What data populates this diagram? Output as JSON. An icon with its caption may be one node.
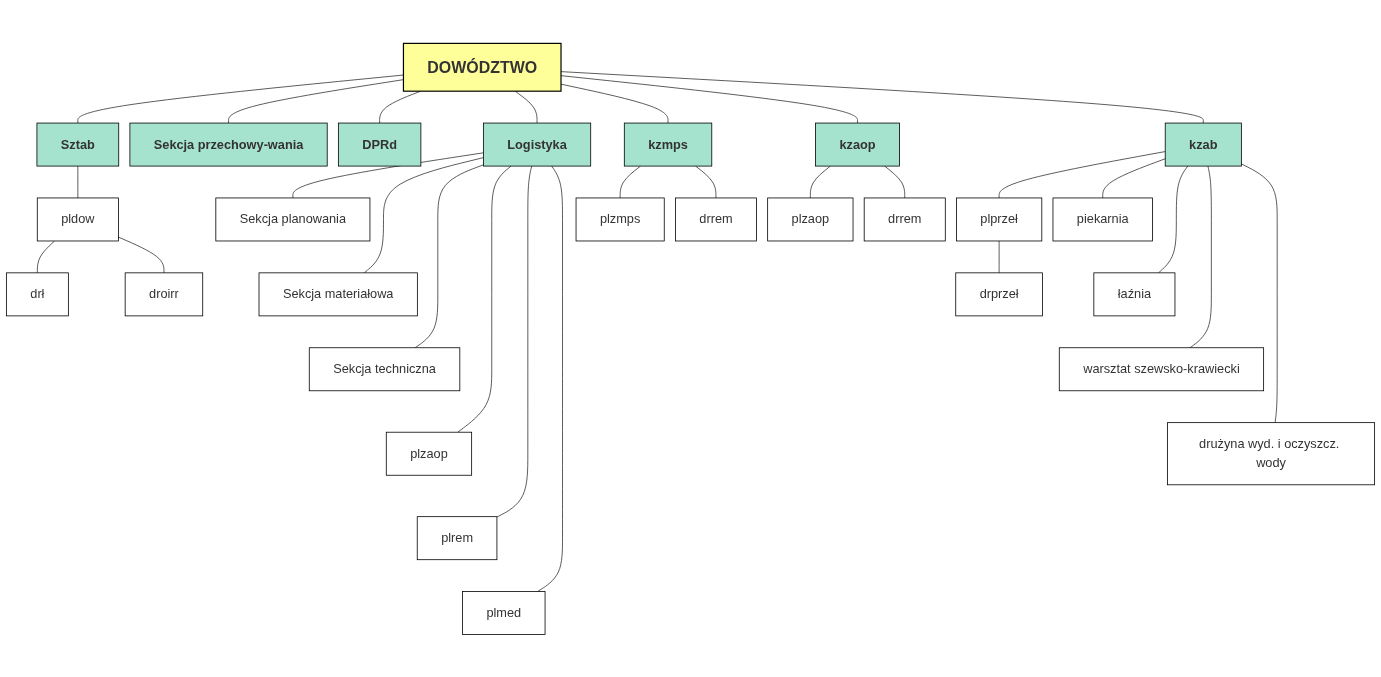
{
  "diagram": {
    "nodes": [
      {
        "text": [
          "DOWÓDZTWO"
        ]
      },
      {
        "text": [
          "Sztab"
        ]
      },
      {
        "text": [
          "Logistyka"
        ]
      },
      {
        "text": [
          "kzmps"
        ]
      },
      {
        "text": [
          "kzaop"
        ]
      },
      {
        "text": [
          "kzab"
        ]
      },
      {
        "text": [
          "pldow"
        ]
      },
      {
        "text": [
          "drł"
        ]
      },
      {
        "text": [
          "droirr"
        ]
      },
      {
        "text": [
          "Sekcja przechowy-wania"
        ]
      },
      {
        "text": [
          "DPRd"
        ]
      },
      {
        "text": [
          "Sekcja planowania"
        ]
      },
      {
        "text": [
          "Sekcja materiałowa"
        ]
      },
      {
        "text": [
          "Sekcja techniczna"
        ]
      },
      {
        "text": [
          "plzaop"
        ]
      },
      {
        "text": [
          "plrem"
        ]
      },
      {
        "text": [
          "plmed"
        ]
      },
      {
        "text": [
          "plzmps"
        ]
      },
      {
        "text": [
          "drrem"
        ]
      },
      {
        "text": [
          "plzaop"
        ]
      },
      {
        "text": [
          "drrem"
        ]
      },
      {
        "text": [
          "plprzeł"
        ]
      },
      {
        "text": [
          "drprzeł"
        ]
      },
      {
        "text": [
          "piekarnia"
        ]
      },
      {
        "text": [
          "łaźnia"
        ]
      },
      {
        "text": [
          "warsztat szewsko-krawiecki"
        ]
      },
      {
        "text": [
          "drużyna wyd. i oczyszcz. wody"
        ]
      }
    ],
    "edges": [
      {
        "from": 0,
        "to": 1,
        "arrow": "none"
      },
      {
        "from": 0,
        "to": 9,
        "arrow": "none"
      },
      {
        "from": 0,
        "to": 10,
        "arrow": "none"
      },
      {
        "from": 0,
        "to": 2,
        "arrow": "none"
      },
      {
        "from": 0,
        "to": 3,
        "arrow": "none"
      },
      {
        "from": 0,
        "to": 4,
        "arrow": "none"
      },
      {
        "from": 0,
        "to": 5,
        "arrow": "none"
      },
      {
        "from": 1,
        "to": 6,
        "arrow": "none"
      },
      {
        "from": 6,
        "to": 7,
        "arrow": "none"
      },
      {
        "from": 6,
        "to": 8,
        "arrow": "none"
      },
      {
        "from": 2,
        "to": 11,
        "arrow": "none"
      },
      {
        "from": 2,
        "to": 12,
        "arrow": "none"
      },
      {
        "from": 2,
        "to": 13,
        "arrow": "none"
      },
      {
        "from": 2,
        "to": 14,
        "arrow": "none"
      },
      {
        "from": 2,
        "to": 15,
        "arrow": "none"
      },
      {
        "from": 2,
        "to": 16,
        "arrow": "none"
      },
      {
        "from": 3,
        "to": 17,
        "arrow": "none"
      },
      {
        "from": 3,
        "to": 18,
        "arrow": "none"
      },
      {
        "from": 4,
        "to": 19,
        "arrow": "none"
      },
      {
        "from": 4,
        "to": 20,
        "arrow": "none"
      },
      {
        "from": 5,
        "to": 21,
        "arrow": "none"
      },
      {
        "from": 21,
        "to": 22,
        "arrow": "none"
      },
      {
        "from": 5,
        "to": 23,
        "arrow": "none"
      },
      {
        "from": 5,
        "to": 24,
        "arrow": "none"
      },
      {
        "from": 5,
        "to": 25,
        "arrow": "none"
      },
      {
        "from": 5,
        "to": 26,
        "arrow": "none"
      }
    ]
  }
}
